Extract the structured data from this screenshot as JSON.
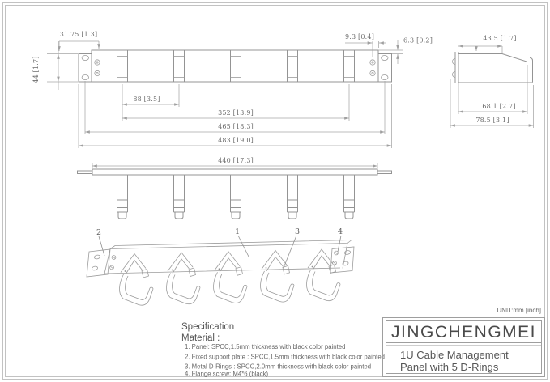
{
  "unit_note": "UNIT:mm [inch]",
  "dims": {
    "ear_offset": "31.75 [1.3]",
    "panel_height": "44 [1.7]",
    "screw_inset": "9.3 [0.4]",
    "flange_step": "6.3 [0.2]",
    "ring_pitch": "88 [3.5]",
    "ring_span": "352 [13.9]",
    "hole_span": "465 [18.3]",
    "overall_width": "483 [19.0]",
    "body_width": "440 [17.3]",
    "ring_top_depth": "43.5 [1.7]",
    "ring_depth": "68.1 [2.7]",
    "overall_depth": "78.5 [3.1]"
  },
  "callouts": {
    "panel": "1",
    "support_plate": "2",
    "d_ring": "3",
    "screw": "4"
  },
  "spec": {
    "heading": "Specification",
    "subheading": "Material :",
    "items": [
      "1.  Panel: SPCC,1.5mm thickness with black color painted",
      "2.  Fixed support plate : SPCC,1.5mm thickness with black color painted",
      "3.  Metal  D-Rings : SPCC,2.0mm thickness with black color painted",
      "4.  Flange screw: M4*6 (black)"
    ]
  },
  "title_block": {
    "brand": "JINGCHENGMEI",
    "product_line1": "1U Cable Management",
    "product_line2": "Panel with 5 D-Rings"
  }
}
